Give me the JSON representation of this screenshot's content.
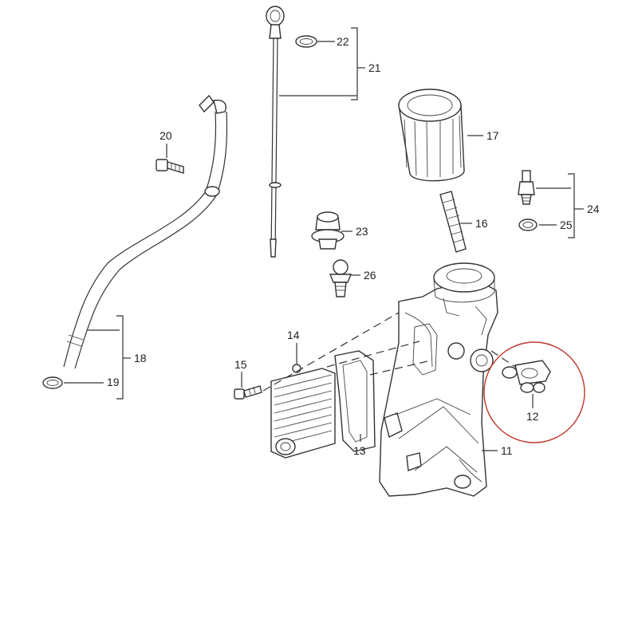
{
  "colors": {
    "line": "#333333",
    "highlight": "#c0392b",
    "background": "#ffffff"
  },
  "callouts": {
    "c11": "11",
    "c12": "12",
    "c13": "13",
    "c14": "14",
    "c15": "15",
    "c16": "16",
    "c17": "17",
    "c18": "18",
    "c19": "19",
    "c20": "20",
    "c21": "21",
    "c22": "22",
    "c23": "23",
    "c24": "24",
    "c25": "25",
    "c26": "26"
  }
}
